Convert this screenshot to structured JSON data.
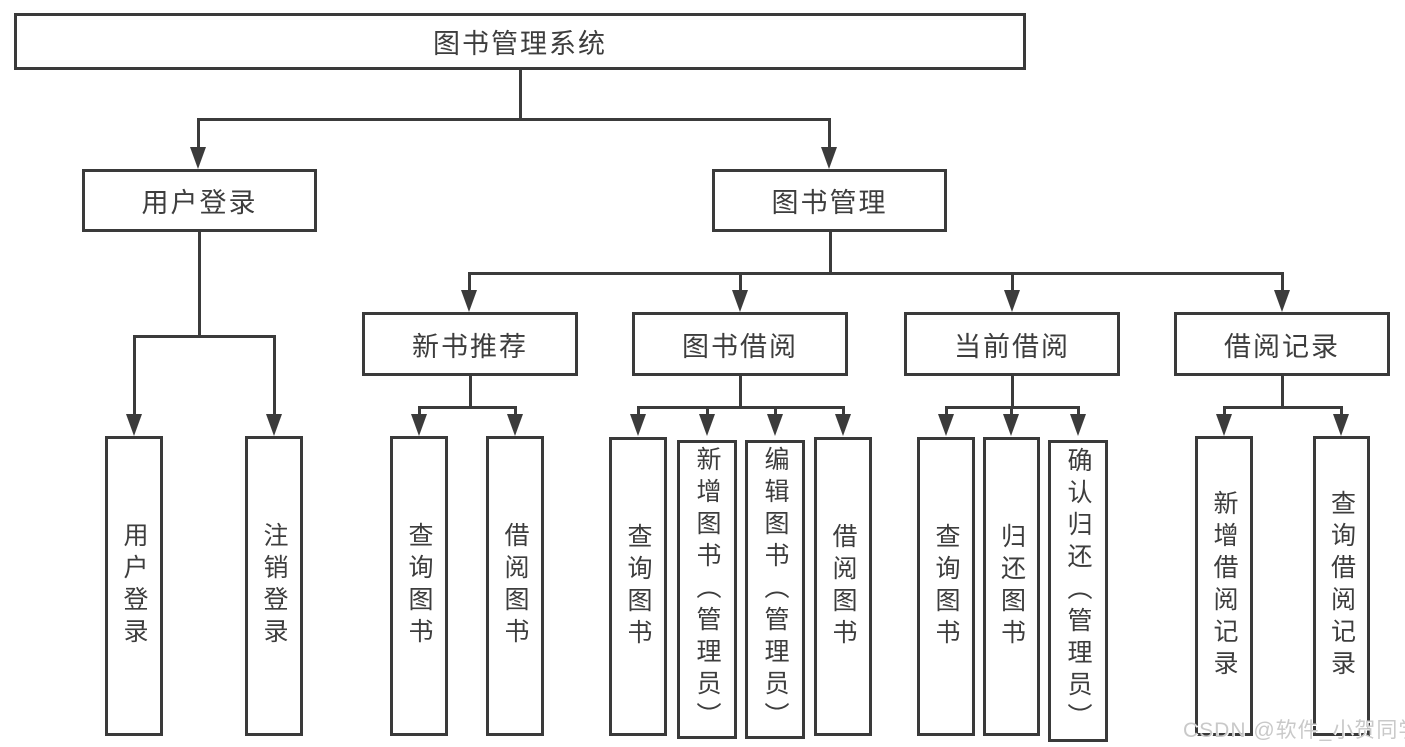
{
  "diagram": {
    "title": "图书管理系统",
    "root": {
      "label": "图书管理系统"
    },
    "level1": [
      {
        "id": "user-login",
        "label": "用户登录"
      },
      {
        "id": "book-management",
        "label": "图书管理"
      }
    ],
    "level2": [
      {
        "id": "new-book-recommend",
        "label": "新书推荐",
        "parent": "book-management"
      },
      {
        "id": "book-borrowing",
        "label": "图书借阅",
        "parent": "book-management"
      },
      {
        "id": "current-borrowing",
        "label": "当前借阅",
        "parent": "book-management"
      },
      {
        "id": "borrowing-records",
        "label": "借阅记录",
        "parent": "book-management"
      }
    ],
    "leaves": [
      {
        "id": "user-login-leaf",
        "parent": "user-login",
        "label": "用户登录"
      },
      {
        "id": "logout",
        "parent": "user-login",
        "label": "注销登录"
      },
      {
        "id": "query-books-recommend",
        "parent": "new-book-recommend",
        "label": "查询图书"
      },
      {
        "id": "borrow-books-recommend",
        "parent": "new-book-recommend",
        "label": "借阅图书"
      },
      {
        "id": "query-books-borrowing",
        "parent": "book-borrowing",
        "label": "查询图书"
      },
      {
        "id": "add-books-admin",
        "parent": "book-borrowing",
        "label": "新增图书（管理员）"
      },
      {
        "id": "edit-books-admin",
        "parent": "book-borrowing",
        "label": "编辑图书（管理员）"
      },
      {
        "id": "borrow-books-borrowing",
        "parent": "book-borrowing",
        "label": "借阅图书"
      },
      {
        "id": "query-books-current",
        "parent": "current-borrowing",
        "label": "查询图书"
      },
      {
        "id": "return-books",
        "parent": "current-borrowing",
        "label": "归还图书"
      },
      {
        "id": "confirm-return-admin",
        "parent": "current-borrowing",
        "label": "确认归还（管理员）"
      },
      {
        "id": "add-borrow-record",
        "parent": "borrowing-records",
        "label": "新增借阅记录"
      },
      {
        "id": "query-borrow-record",
        "parent": "borrowing-records",
        "label": "查询借阅记录"
      }
    ],
    "watermark": "CSDN @软件_小贺同学",
    "colors": {
      "line": "#3b3b3b",
      "border": "#3a3a3a",
      "text": "#3d3d3d",
      "watermark": "#c9c9c9",
      "background": "#ffffff"
    }
  }
}
